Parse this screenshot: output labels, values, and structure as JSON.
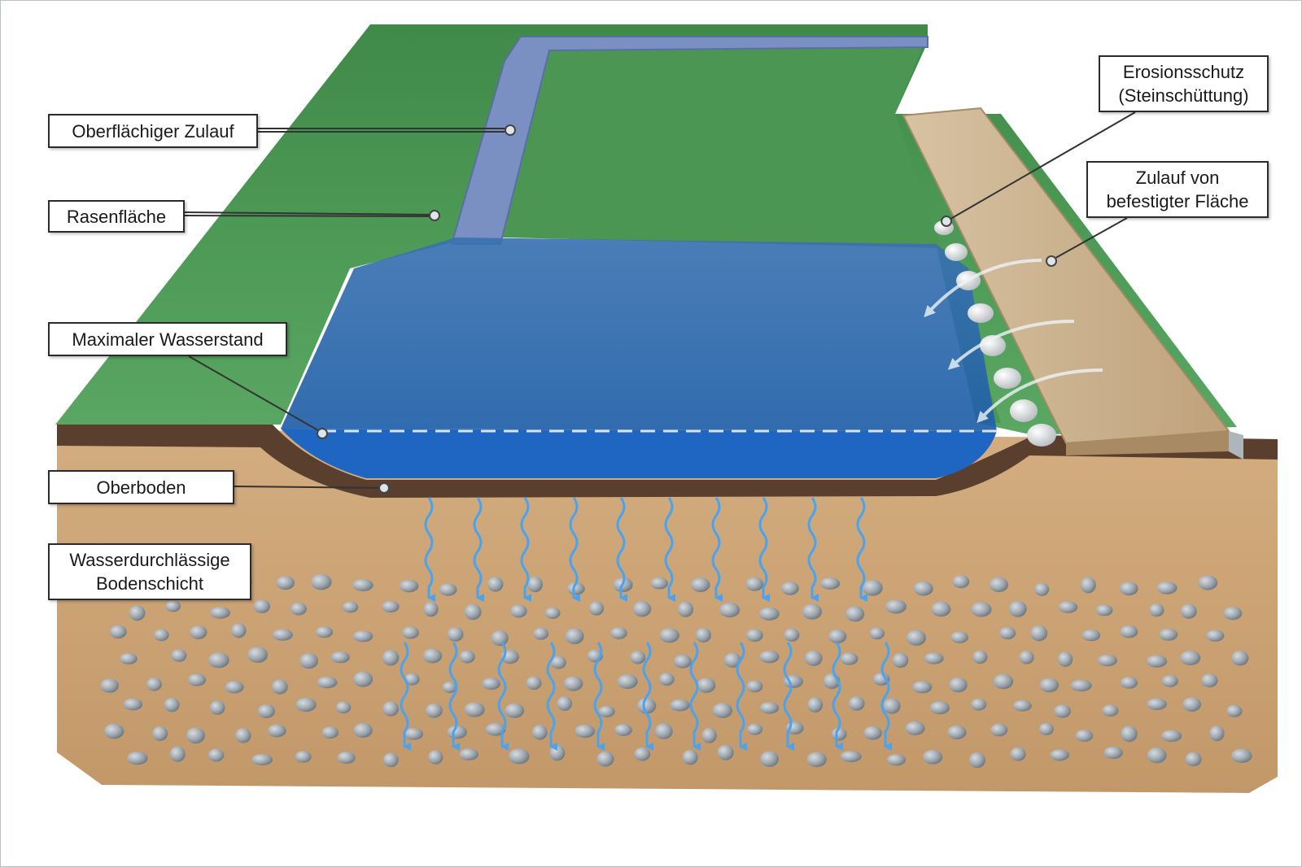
{
  "labels": {
    "oberflaechiger_zulauf": "Oberflächiger Zulauf",
    "rasenflaeche": "Rasenfläche",
    "maximaler_wasserstand": "Maximaler Wasserstand",
    "oberboden": "Oberboden",
    "wasserdurchlaessige_bodenschicht": "Wasserdurchlässige\nBodenschicht",
    "erosionsschutz": "Erosionsschutz\n(Steinschüttung)",
    "zulauf_befestigte_flaeche": "Zulauf von\nbefestigter Fläche"
  },
  "colors": {
    "grass": "#4f9a57",
    "water": "#2f6fb8",
    "topsoil": "#5a3f2e",
    "subsoil": "#c9a072",
    "pebbles": "#9aa2a9",
    "infiltration_arrows": "#4aa3f0",
    "paving": "#c9b08e"
  }
}
